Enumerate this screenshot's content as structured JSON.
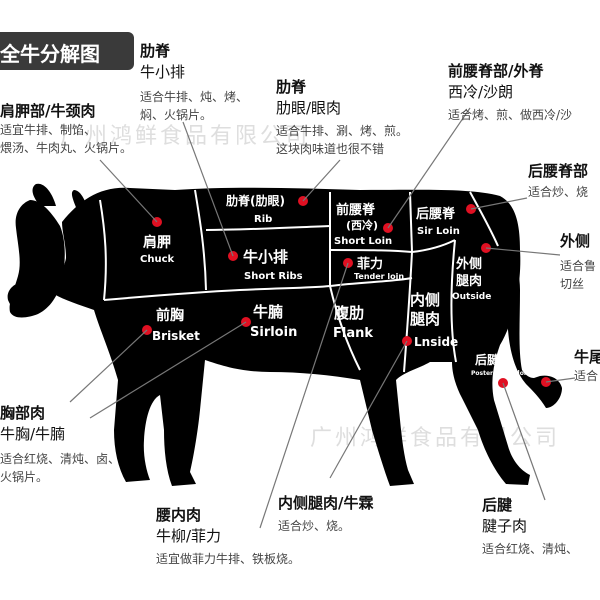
{
  "title": "全牛分解图",
  "watermark": "广州鸿鲜食品有限公司",
  "cuts": {
    "chuck": {
      "cn": "肩胛",
      "en": "Chuck"
    },
    "rib": {
      "cn": "肋脊(肋眼)",
      "en": "Rib"
    },
    "short_ribs": {
      "cn": "牛小排",
      "en": "Short Ribs"
    },
    "short_loin": {
      "cn": "前腰脊",
      "cn2": "(西冷)",
      "en": "Short Loin"
    },
    "sir_loin": {
      "cn": "后腰脊",
      "en": "Sir Loin"
    },
    "tender_loin": {
      "cn": "菲力",
      "en": "Tender loin"
    },
    "brisket": {
      "cn": "前胸",
      "en": "Brisket"
    },
    "sirloin": {
      "cn": "牛腩",
      "en": "Sirloin"
    },
    "flank": {
      "cn": "腹肋",
      "en": "Flank"
    },
    "inside": {
      "cn": "内侧",
      "cn2": "腿肉",
      "en": "Lnside"
    },
    "outside": {
      "cn": "外侧",
      "cn2": "腿肉",
      "en": "Outside"
    },
    "shank": {
      "cn": "后腱",
      "en": "Posterior tendon"
    },
    "tail": {
      "cn": "牛尾"
    }
  },
  "callouts": {
    "rib_short": {
      "head": "肋脊",
      "sub": "牛小排",
      "desc": [
        "适合牛排、炖、烤、",
        "焖、火锅片。"
      ]
    },
    "rib_eye": {
      "head": "肋脊",
      "sub": "肋眼/眼肉",
      "desc": [
        "适合牛排、涮、烤、煎。",
        "这块肉味道也很不错"
      ]
    },
    "short_loin": {
      "head": "前腰脊部/外脊",
      "sub": "西冷/沙朗",
      "desc": [
        "适合烤、煎、做西冷/沙"
      ]
    },
    "sir_loin": {
      "head": "后腰脊部",
      "desc": [
        "适合炒、烧"
      ]
    },
    "outside": {
      "head": "外侧",
      "desc": [
        "适合鲁",
        "切丝"
      ]
    },
    "tail": {
      "head": "牛尾",
      "desc": [
        "适合"
      ]
    },
    "chuck": {
      "head": "肩胛部/牛颈肉",
      "desc": [
        "适宜牛排、制馅、",
        "煨汤、牛肉丸、火锅片。"
      ]
    },
    "brisket": {
      "head": "胸部肉",
      "sub": "牛胸/牛腩",
      "desc": [
        "适合红烧、清炖、卤、",
        "火锅片。"
      ]
    },
    "tender": {
      "head": "腰内肉",
      "sub": "牛柳/菲力",
      "desc": [
        "适宜做菲力牛排、铁板烧。"
      ]
    },
    "inside": {
      "head": "内侧腿肉/牛霖",
      "desc": [
        "适合炒、烧。"
      ]
    },
    "shank": {
      "head": "后腱",
      "sub": "腱子肉",
      "desc": [
        "适合红烧、清炖、"
      ]
    }
  }
}
